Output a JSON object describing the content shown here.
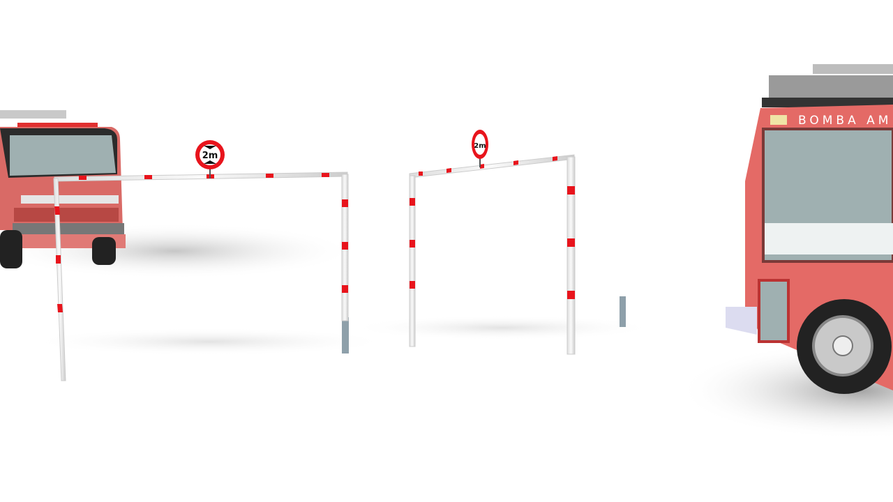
{
  "scene": {
    "signs": [
      {
        "label": "2m"
      },
      {
        "label": "2m"
      }
    ],
    "truck_right_text": "BOMBA AM",
    "colors": {
      "truck_red": "#e46a66",
      "stripe_red": "#e8141c",
      "pole_white": "#f4f4f4",
      "glass": "#9fb0b1"
    }
  }
}
